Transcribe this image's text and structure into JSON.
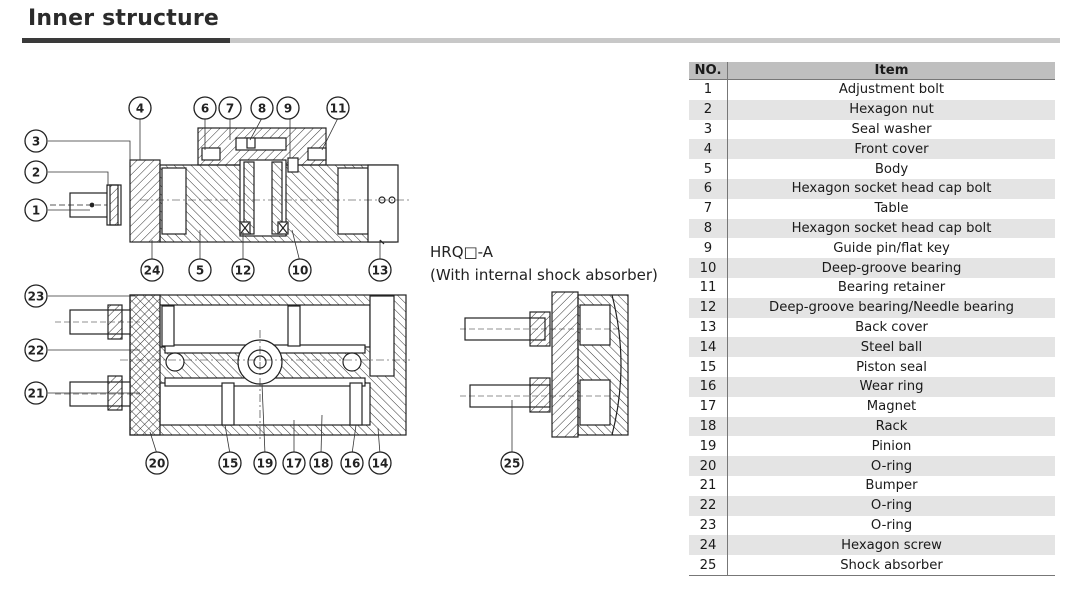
{
  "header": {
    "title": "Inner structure"
  },
  "variant": {
    "model": "HRQ□-A",
    "note": "(With internal shock absorber)"
  },
  "table": {
    "col_no": "NO.",
    "col_item": "Item",
    "rows": [
      {
        "no": "1",
        "item": "Adjustment bolt"
      },
      {
        "no": "2",
        "item": "Hexagon nut"
      },
      {
        "no": "3",
        "item": "Seal washer"
      },
      {
        "no": "4",
        "item": "Front cover"
      },
      {
        "no": "5",
        "item": "Body"
      },
      {
        "no": "6",
        "item": "Hexagon socket head cap bolt"
      },
      {
        "no": "7",
        "item": "Table"
      },
      {
        "no": "8",
        "item": "Hexagon socket head cap bolt"
      },
      {
        "no": "9",
        "item": "Guide pin/flat key"
      },
      {
        "no": "10",
        "item": "Deep-groove bearing"
      },
      {
        "no": "11",
        "item": "Bearing retainer"
      },
      {
        "no": "12",
        "item": "Deep-groove bearing/Needle bearing"
      },
      {
        "no": "13",
        "item": "Back cover"
      },
      {
        "no": "14",
        "item": "Steel ball"
      },
      {
        "no": "15",
        "item": "Piston seal"
      },
      {
        "no": "16",
        "item": "Wear ring"
      },
      {
        "no": "17",
        "item": "Magnet"
      },
      {
        "no": "18",
        "item": "Rack"
      },
      {
        "no": "19",
        "item": "Pinion"
      },
      {
        "no": "20",
        "item": "O-ring"
      },
      {
        "no": "21",
        "item": "Bumper"
      },
      {
        "no": "22",
        "item": "O-ring"
      },
      {
        "no": "23",
        "item": "O-ring"
      },
      {
        "no": "24",
        "item": "Hexagon screw"
      },
      {
        "no": "25",
        "item": "Shock absorber"
      }
    ]
  },
  "callouts": [
    "1",
    "2",
    "3",
    "4",
    "5",
    "6",
    "7",
    "8",
    "9",
    "10",
    "11",
    "12",
    "13",
    "14",
    "15",
    "16",
    "17",
    "18",
    "19",
    "20",
    "21",
    "22",
    "23",
    "24",
    "25"
  ]
}
